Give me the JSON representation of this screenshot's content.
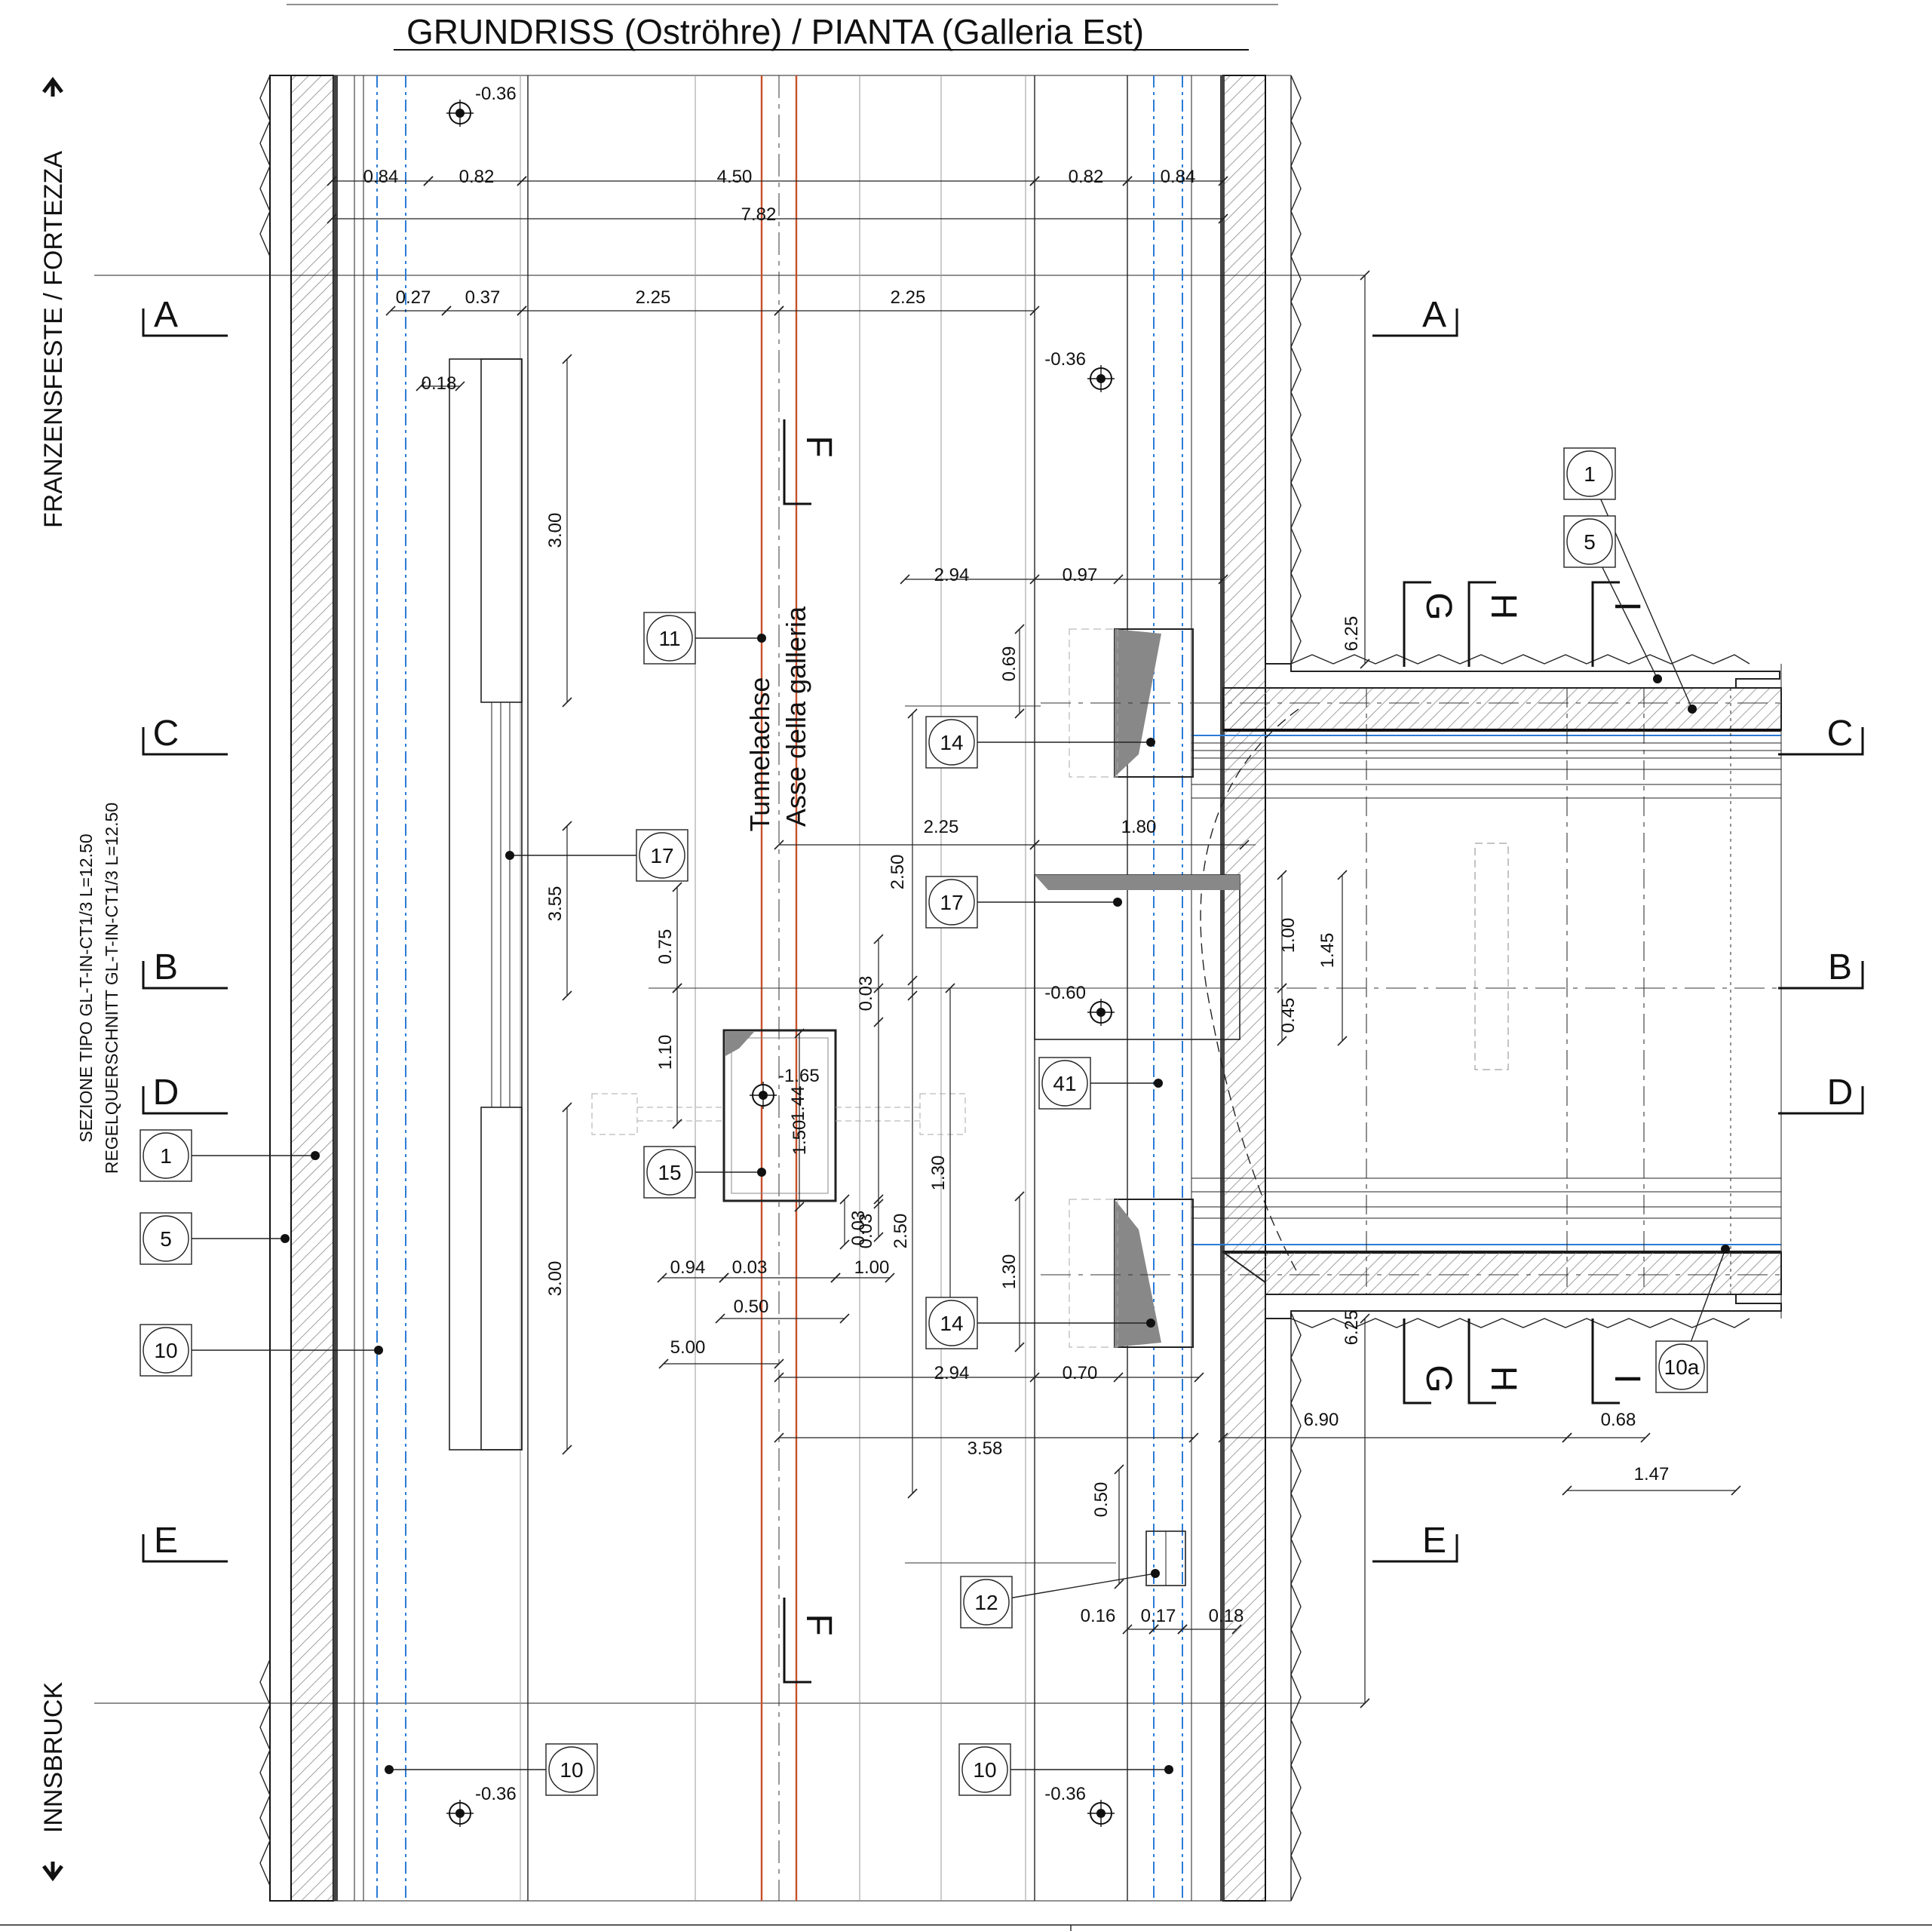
{
  "title": "GRUNDRISS (Oströhre) / PIANTA (Galleria Est)",
  "directions": {
    "north": "FRANZENSFESTE / FORTEZZA",
    "south": "INNSBRUCK"
  },
  "section_refs": [
    "SEZIONE TIPO GL-T-IN-CT1/3 L=12.50",
    "REGELQUERSCHNITT GL-T-IN-CT1/3 L=12.50"
  ],
  "axis_labels": [
    "Tunnelachse",
    "Asse della galleria"
  ],
  "levels": [
    "-0.36",
    "-0.36",
    "-0.60",
    "-1.65",
    "-0.36",
    "-0.36"
  ],
  "cuts": [
    "A",
    "A",
    "C",
    "C",
    "B",
    "B",
    "D",
    "D",
    "E",
    "E",
    "F",
    "F",
    "G",
    "H",
    "I",
    "G",
    "H",
    "I"
  ],
  "tags": [
    "1",
    "5",
    "10",
    "11",
    "17",
    "14",
    "17",
    "15",
    "41",
    "14",
    "12",
    "10",
    "10",
    "1",
    "5",
    "10a"
  ],
  "dims": [
    "0.84",
    "0.82",
    "4.50",
    "0.82",
    "0.84",
    "7.82",
    "0.27",
    "0.37",
    "2.25",
    "2.25",
    "0.18",
    "3.00",
    "3.55",
    "3.00",
    "2.94",
    "0.97",
    "0.69",
    "1.30",
    "2.25",
    "1.80",
    "2.50",
    "0.75",
    "1.10",
    "1.50",
    "1.44",
    "0.03",
    "0.03",
    "0.03",
    "0.94",
    "0.03",
    "1.00",
    "0.50",
    "5.00",
    "2.50",
    "1.30",
    "1.00",
    "0.45",
    "1.45",
    "6.25",
    "6.25",
    "2.94",
    "0.70",
    "3.58",
    "6.90",
    "0.68",
    "1.47",
    "0.50",
    "0.16",
    "0.17",
    "0.18"
  ]
}
